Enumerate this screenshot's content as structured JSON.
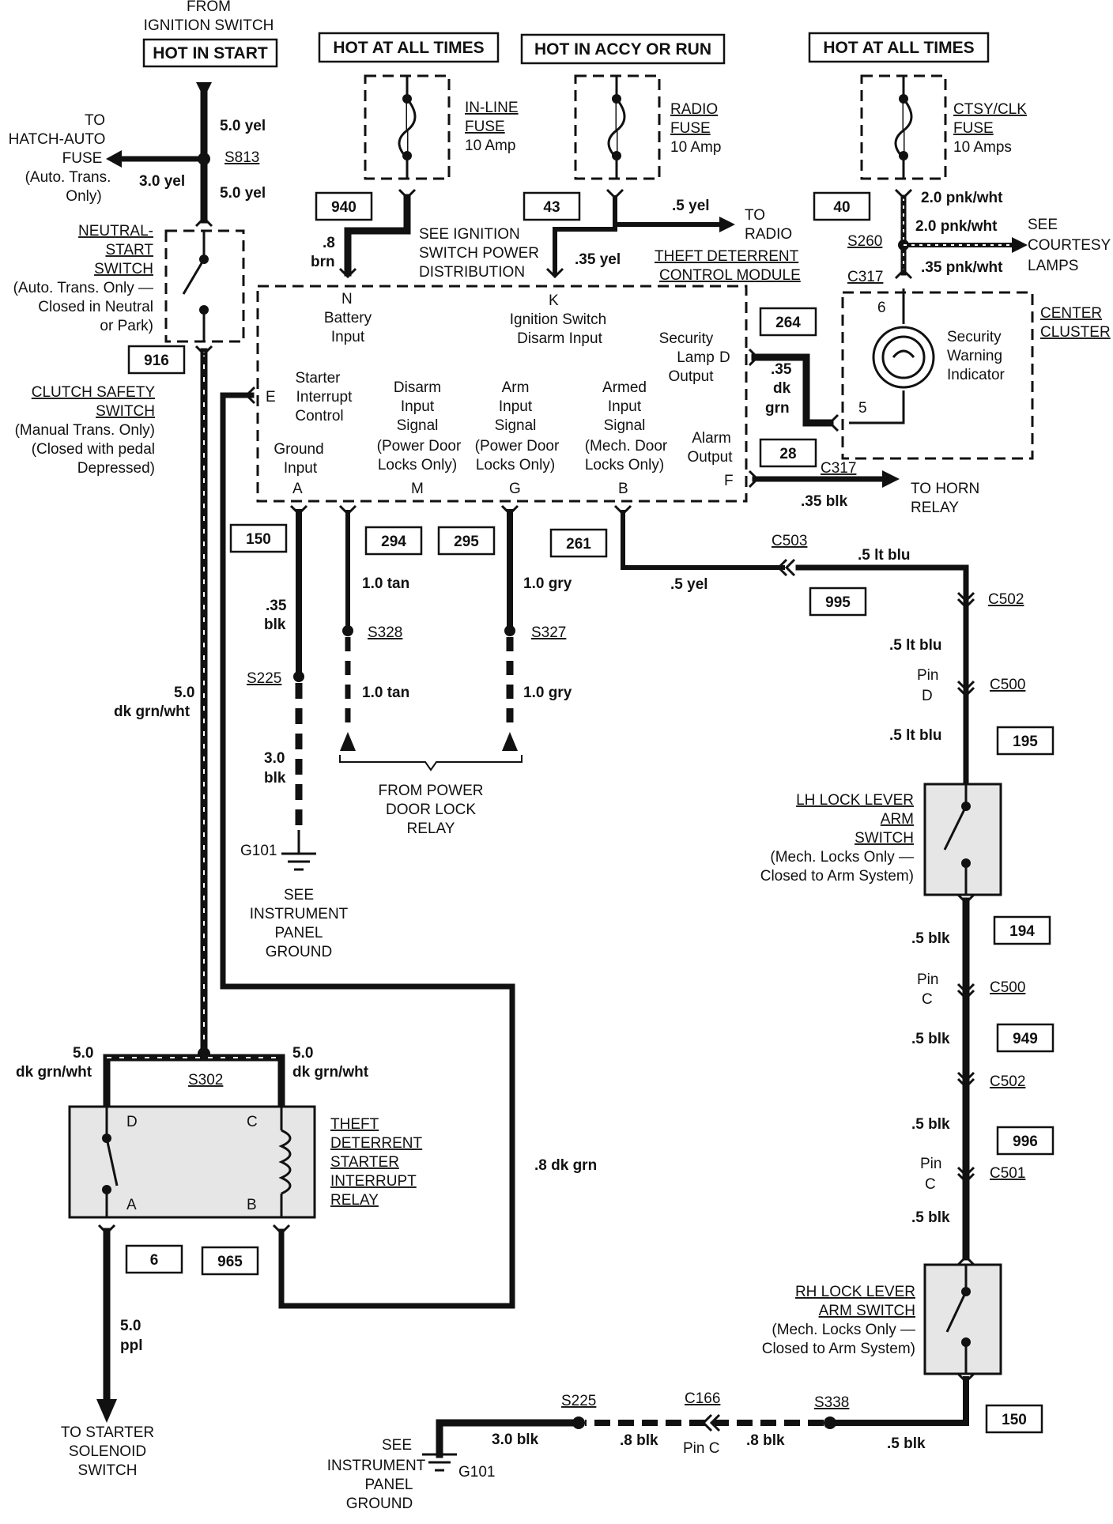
{
  "headers": {
    "hot_in_start": "HOT IN START",
    "hot_all_1": "HOT AT ALL TIMES",
    "hot_accy": "HOT IN ACCY OR RUN",
    "hot_all_2": "HOT AT ALL TIMES"
  },
  "top": {
    "from_1": "FROM",
    "from_2": "IGNITION SWITCH"
  },
  "fuses": {
    "inline_1": "IN-LINE",
    "inline_2": "FUSE",
    "inline_3": "10 Amp",
    "radio_1": "RADIO",
    "radio_2": "FUSE",
    "radio_3": "10 Amp",
    "ctsy_1": "CTSY/CLK",
    "ctsy_2": "FUSE",
    "ctsy_3": "10 Amps"
  },
  "circuits": [
    "940",
    "43",
    "40",
    "264",
    "28",
    "916",
    "150",
    "294",
    "295",
    "261",
    "995",
    "195",
    "194",
    "949",
    "996",
    "6",
    "965",
    "150"
  ],
  "wires": {
    "w_50yel_a": "5.0 yel",
    "w_30yel": "3.0 yel",
    "w_50yel_b": "5.0 yel",
    "w_8brn_1": ".8",
    "w_8brn_2": "brn",
    "w_5yel": ".5 yel",
    "w_35yel": ".35 yel",
    "w_20pnk_a": "2.0 pnk/wht",
    "w_20pnk_b": "2.0 pnk/wht",
    "w_35pnk": ".35 pnk/wht",
    "w_35dk_1": ".35",
    "w_35dk_2": "dk",
    "w_35dk_3": "grn",
    "w_35blk": ".35 blk",
    "w_35blk_a1": ".35",
    "w_35blk_a2": "blk",
    "w_30blk_1": "3.0",
    "w_30blk_2": "blk",
    "w_10tan_a": "1.0 tan",
    "w_10tan_b": "1.0 tan",
    "w_10gry_a": "1.0 gry",
    "w_10gry_b": "1.0 gry",
    "w_5yel_b": ".5  yel",
    "w_5ltblu_a": ".5 lt blu",
    "w_5ltblu_b": ".5 lt blu",
    "w_5ltblu_c": ".5 lt blu",
    "w_5blk_a": ".5 blk",
    "w_5blk_b": ".5 blk",
    "w_5blk_c": ".5 blk",
    "w_5blk_d": ".5 blk",
    "w_5blk_e": ".5 blk",
    "w_50dkg_1": "5.0",
    "w_50dkg_2": "dk grn/wht",
    "w_50dkg_l1": "5.0",
    "w_50dkg_l2": "dk grn/wht",
    "w_50dkg_r1": "5.0",
    "w_50dkg_r2": "dk grn/wht",
    "w_8dkgrn": ".8 dk grn",
    "w_50ppl_1": "5.0",
    "w_50ppl_2": "ppl",
    "w_30blk_b": "3.0 blk",
    "w_8blk_a": ".8 blk",
    "w_8blk_b": ".8 blk"
  },
  "splices": {
    "s813": "S813",
    "s260": "S260",
    "s225": "S225",
    "s328": "S328",
    "s327": "S327",
    "s302": "S302",
    "s225b": "S225",
    "s338": "S338"
  },
  "connectors": {
    "c317a": "C317",
    "c317b": "C317",
    "c503": "C503",
    "c502a": "C502",
    "c500a": "C500",
    "c500b": "C500",
    "c502b": "C502",
    "c501": "C501",
    "c166": "C166",
    "pin_d": "Pin",
    "pin_d2": "D",
    "pin_c1": "Pin",
    "pin_c1b": "C",
    "pin_c2": "Pin",
    "pin_c2b": "C",
    "pin_c3": "Pin C"
  },
  "grounds": {
    "g101a": "G101",
    "g101b": "G101"
  },
  "labels": {
    "hatch_1": "TO",
    "hatch_2": "HATCH-AUTO",
    "hatch_3": "FUSE",
    "hatch_4": "(Auto. Trans.",
    "hatch_5": "Only)",
    "ns_1": "NEUTRAL-",
    "ns_2": "START",
    "ns_3": "SWITCH",
    "ns_4": "(Auto. Trans. Only —",
    "ns_5": "Closed in Neutral",
    "ns_6": "or Park)",
    "cs_1": "CLUTCH SAFETY",
    "cs_2": "SWITCH",
    "cs_3": "(Manual Trans. Only)",
    "cs_4": "(Closed with pedal",
    "cs_5": "Depressed)",
    "sig_1": "SEE IGNITION",
    "sig_2": "SWITCH POWER",
    "sig_3": "DISTRIBUTION",
    "radio_1": "TO",
    "radio_2": "RADIO",
    "tdcm_1": "THEFT DETERRENT",
    "tdcm_2": "CONTROL MODULE",
    "court_1": "SEE",
    "court_2": "COURTESY",
    "court_3": "LAMPS",
    "cc_1": "CENTER",
    "cc_2": "CLUSTER",
    "swi_1": "Security",
    "swi_2": "Warning",
    "swi_3": "Indicator",
    "horn_1": "TO HORN",
    "horn_2": "RELAY",
    "ipg_1": "SEE",
    "ipg_2": "INSTRUMENT",
    "ipg_3": "PANEL",
    "ipg_4": "GROUND",
    "pdl_1": "FROM POWER",
    "pdl_2": "DOOR LOCK",
    "pdl_3": "RELAY",
    "lh_1": "LH LOCK LEVER",
    "lh_2": "ARM",
    "lh_3": "SWITCH",
    "lh_4": "(Mech. Locks Only —",
    "lh_5": "Closed to Arm System)",
    "rh_1": "RH LOCK LEVER",
    "rh_2": "ARM SWITCH",
    "rh_3": "(Mech. Locks Only —",
    "rh_4": "Closed to Arm System)",
    "tdsir_1": "THEFT",
    "tdsir_2": "DETERRENT",
    "tdsir_3": "STARTER",
    "tdsir_4": "INTERRUPT",
    "tdsir_5": "RELAY",
    "ss_1": "TO STARTER",
    "ss_2": "SOLENOID",
    "ss_3": "SWITCH",
    "ipg2_1": "SEE",
    "ipg2_2": "INSTRUMENT",
    "ipg2_3": "PANEL",
    "ipg2_4": "GROUND"
  },
  "module": {
    "pin_n": "N",
    "pin_k": "K",
    "pin_e": "E",
    "pin_d": "D",
    "pin_f": "F",
    "pin_a": "A",
    "pin_m": "M",
    "pin_g": "G",
    "pin_b": "B",
    "bat_1": "Battery",
    "bat_2": "Input",
    "ign_1": "Ignition Switch",
    "ign_2": "Disarm Input",
    "sec_1": "Security",
    "sec_2": "Lamp",
    "sec_3": "Output",
    "sic_1": "Starter",
    "sic_2": "Interrupt",
    "sic_3": "Control",
    "dis_1": "Disarm",
    "dis_2": "Input",
    "dis_3": "Signal",
    "dis_4": "(Power Door",
    "dis_5": "Locks Only)",
    "arm_1": "Arm",
    "arm_2": "Input",
    "arm_3": "Signal",
    "arm_4": "(Power Door",
    "arm_5": "Locks Only)",
    "armd_1": "Armed",
    "armd_2": "Input",
    "armd_3": "Signal",
    "armd_4": "(Mech. Door",
    "armd_5": "Locks Only)",
    "alm_1": "Alarm",
    "alm_2": "Output",
    "gnd_1": "Ground",
    "gnd_2": "Input"
  },
  "relay_pins": {
    "d": "D",
    "c": "C",
    "a": "A",
    "b": "B"
  },
  "cluster_pins": {
    "p6": "6",
    "p5": "5"
  }
}
